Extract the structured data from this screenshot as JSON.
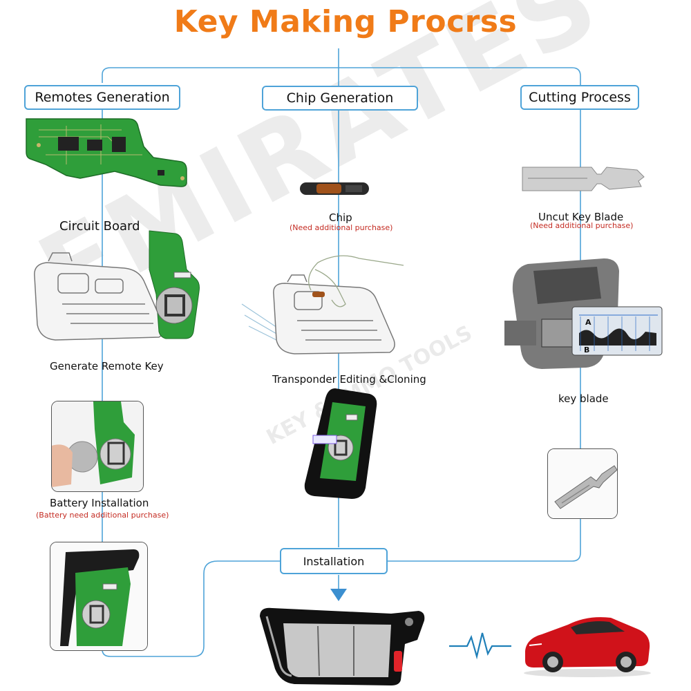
{
  "title": "Key Making Procrss",
  "watermark": {
    "brand": "EMIRATES",
    "tagline": "KEY & IMMO TOOLS"
  },
  "colors": {
    "title": "#f07b18",
    "connector": "#4ea3d8",
    "note": "#c42b22",
    "pcb": "#2f9e3a",
    "car": "#d0121a"
  },
  "columns": {
    "remotes": {
      "header": "Remotes Generation"
    },
    "chip": {
      "header": "Chip Generation"
    },
    "cutting": {
      "header": "Cutting Process"
    }
  },
  "steps": {
    "circuit_board": {
      "label": "Circuit Board"
    },
    "generate_remote": {
      "label": "Generate Remote Key"
    },
    "battery": {
      "label": "Battery Installation",
      "note": "(Battery need additional purchase)"
    },
    "chip": {
      "label": "Chip",
      "note": "(Need additional purchase)"
    },
    "transponder": {
      "label": "Transponder Editing &Cloning"
    },
    "uncut_blade": {
      "label": "Uncut Key  Blade",
      "note": "(Need additional purchase)"
    },
    "key_blade": {
      "label": "key blade"
    },
    "machine_diagram": {
      "mark_a": "A",
      "mark_b": "B"
    }
  },
  "installation": {
    "label": "Installation"
  },
  "icons": [
    "pcb-board",
    "remote-programmer",
    "transponder-chip",
    "key-cutting-machine",
    "flip-key-remote",
    "sports-car",
    "heartbeat-signal"
  ]
}
